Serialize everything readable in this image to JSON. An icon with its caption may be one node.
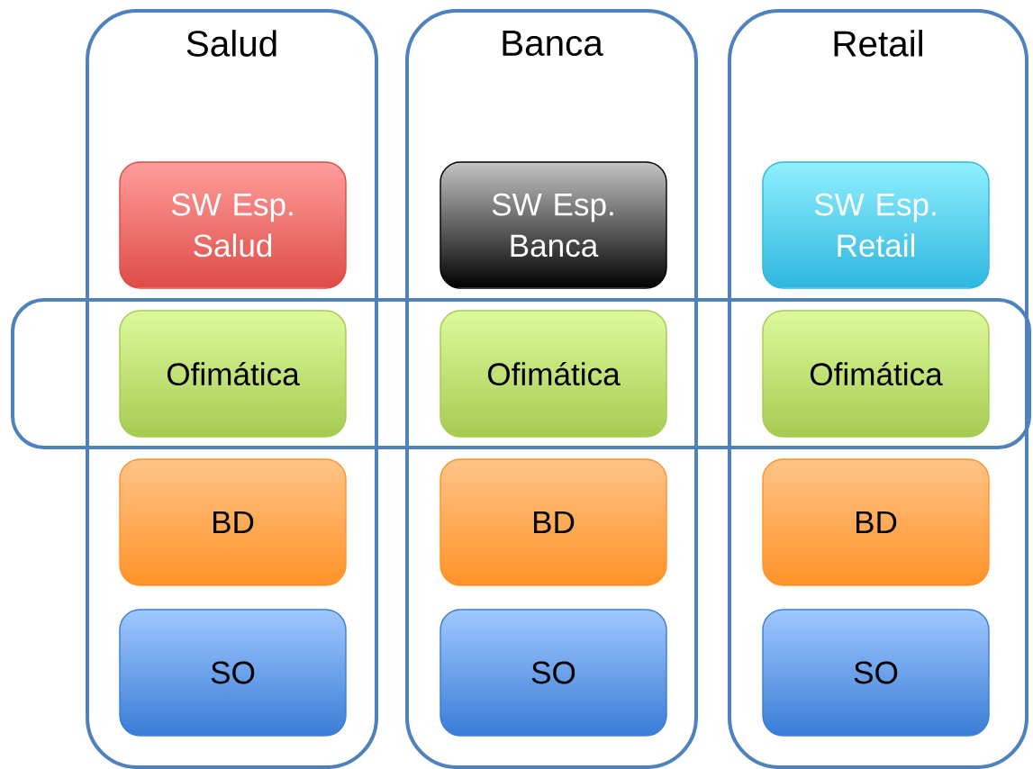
{
  "diagram": {
    "nodes": [
      {
        "text": [
          "Salud"
        ]
      },
      {
        "text": [
          "SW Esp. Salud"
        ],
        "in": 0
      },
      {
        "text": [
          "Ofimática"
        ]
      },
      {
        "text": [
          "BD"
        ],
        "in": 0
      },
      {
        "text": [
          "SO"
        ],
        "in": 0
      },
      {
        "text": [
          "Banca"
        ]
      },
      {
        "text": [
          "SW Esp. Banca"
        ],
        "in": 5
      },
      {
        "text": [
          "Ofimática"
        ]
      },
      {
        "text": [
          "BD"
        ],
        "in": 5
      },
      {
        "text": [
          "SO"
        ],
        "in": 5
      },
      {
        "text": [
          "Retail"
        ]
      },
      {
        "text": [
          "SW Esp. Retail"
        ],
        "in": 10
      },
      {
        "text": [
          "Ofimática"
        ]
      },
      {
        "text": [
          "BD"
        ],
        "in": 10
      },
      {
        "text": [
          "SO"
        ],
        "in": 10
      },
      {
        "text": [],
        "shape": "box"
      }
    ]
  }
}
